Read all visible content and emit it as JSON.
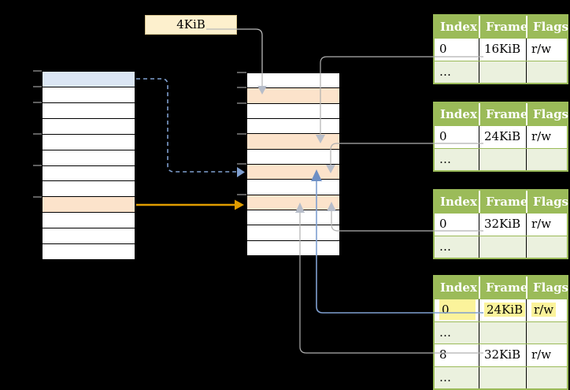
{
  "size_label": {
    "text": "4KiB"
  },
  "left_memory": {
    "description": "virtual memory column",
    "row_count": 12,
    "blue_highlight_row": 1,
    "orange_highlight_row": 9
  },
  "middle_memory": {
    "description": "physical memory / frame column",
    "row_count": 12,
    "orange_highlight_rows": [
      2,
      5,
      7,
      9
    ],
    "tick_offsets_rows": [
      0,
      1,
      2,
      4,
      6,
      8
    ]
  },
  "page_tables": [
    {
      "headers": [
        "Index",
        "Frame",
        "Flags"
      ],
      "rows": [
        [
          "0",
          "16KiB",
          "r/w"
        ],
        [
          "…",
          "",
          ""
        ]
      ]
    },
    {
      "headers": [
        "Index",
        "Frame",
        "Flags"
      ],
      "rows": [
        [
          "0",
          "24KiB",
          "r/w"
        ],
        [
          "…",
          "",
          ""
        ]
      ]
    },
    {
      "headers": [
        "Index",
        "Frame",
        "Flags"
      ],
      "rows": [
        [
          "0",
          "32KiB",
          "r/w"
        ],
        [
          "…",
          "",
          ""
        ]
      ]
    },
    {
      "headers": [
        "Index",
        "Frame",
        "Flags"
      ],
      "rows": [
        [
          "0",
          "24KiB",
          "r/w"
        ],
        [
          "…",
          "",
          ""
        ],
        [
          "8",
          "32KiB",
          "r/w"
        ],
        [
          "…",
          "",
          ""
        ]
      ],
      "highlighted_row_index": 0
    }
  ],
  "connections": [
    "4KiB label -> frame row 2 (gray arrow down)",
    "table1 frame 16KiB -> frame row 5 (gray arrow down)",
    "table2 frame 24KiB -> frame row 7 (gray arrow down)",
    "table3 frame 32KiB -> frame row 9 (gray arrow up)",
    "table4 row 0 frame 24KiB -> frame row 7 (blue arrow up)",
    "table4 row 8 frame 32KiB -> frame row 9 (gray arrow up)",
    "virtual row 1 -> frame row 7 (blue dashed arrow)",
    "virtual row 9 -> frame row 9 (orange arrow)"
  ],
  "colors": {
    "background": "#000000",
    "header_green": "#9bbb59",
    "row_light_green": "#ebf1de",
    "highlight_yellow": "#fbf39b",
    "row_blue": "#dbe6f4",
    "row_orange": "#fce3cb",
    "label_cream": "#fdf0cd",
    "connector_gray": "#aaaaaa",
    "connector_blue": "#7f9fd0",
    "connector_orange": "#e09d00"
  }
}
